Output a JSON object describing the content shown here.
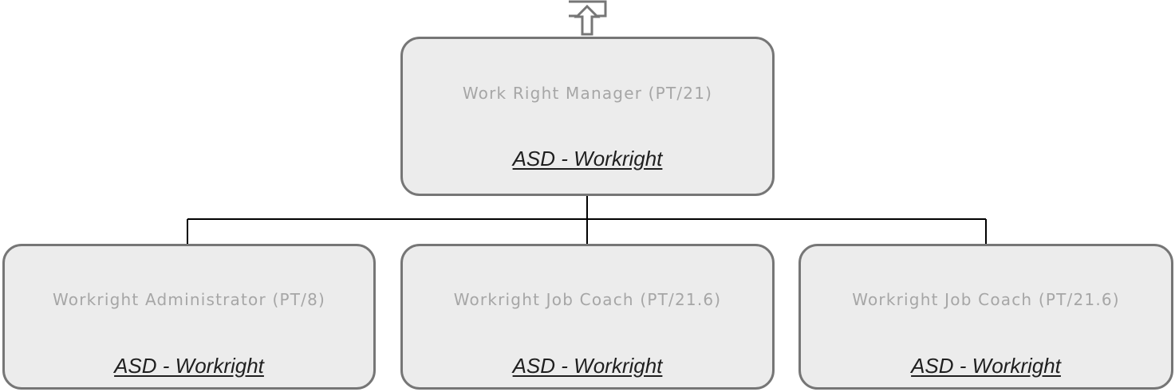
{
  "root": {
    "title": "Work Right Manager (PT/21)",
    "department": "ASD - Workright"
  },
  "children": [
    {
      "title": "Workright Administrator (PT/8)",
      "department": "ASD - Workright"
    },
    {
      "title": "Workright Job Coach (PT/21.6)",
      "department": "ASD - Workright"
    },
    {
      "title": "Workright Job Coach (PT/21.6)",
      "department": "ASD - Workright"
    }
  ],
  "colors": {
    "node_fill": "#ececec",
    "node_border": "#767676",
    "title_text": "#a6a6a6",
    "department_text": "#1f1f1f",
    "connector": "#000000"
  },
  "icons": {
    "navigate_up": "up-arrow-icon"
  }
}
